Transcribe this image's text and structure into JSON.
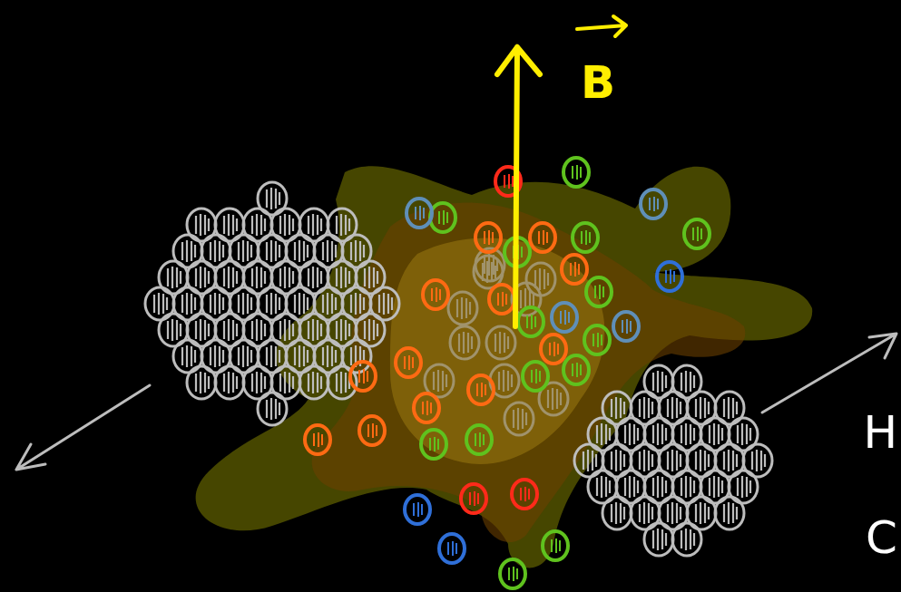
{
  "diagram": {
    "labels": [
      "B",
      "H",
      "C"
    ]
  }
}
